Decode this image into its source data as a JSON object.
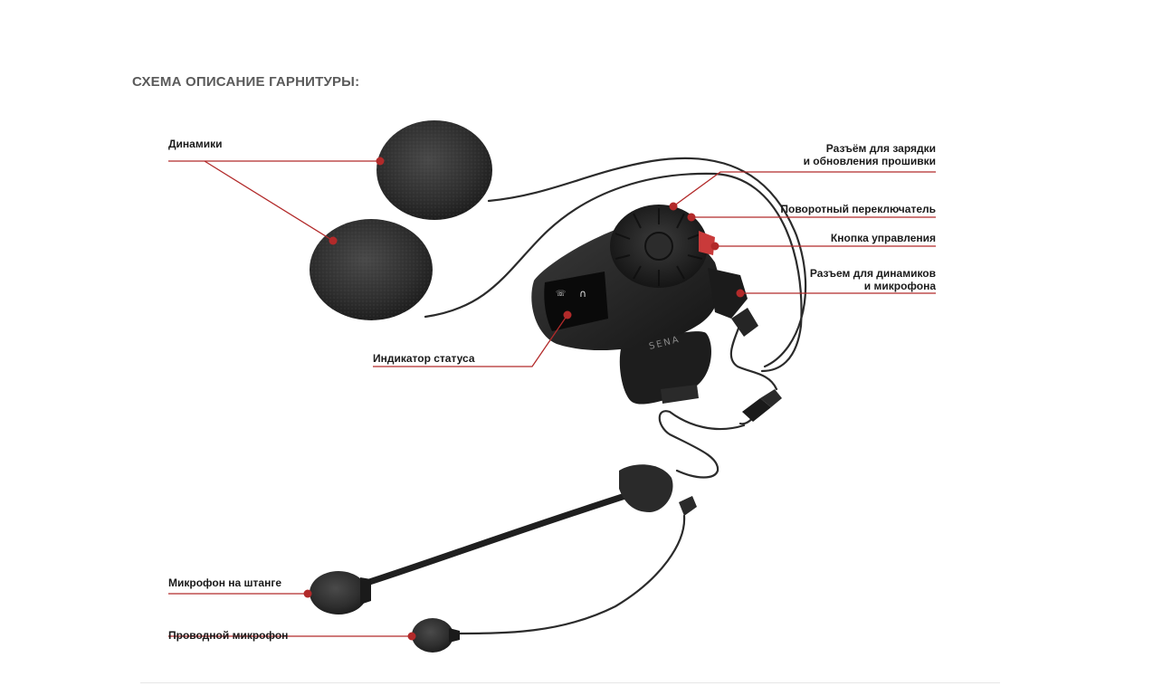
{
  "heading": "СХЕМА ОПИСАНИЕ ГАРНИТУРЫ:",
  "device": {
    "brand": "SENA"
  },
  "labels": {
    "speakers": "Динамики",
    "charging_port_line1": "Разъём для зарядки",
    "charging_port_line2": "и обновления прошивки",
    "jog_dial": "Поворотный переключатель",
    "control_button": "Кнопка управления",
    "speaker_mic_port_line1": "Разъем для динамиков",
    "speaker_mic_port_line2": "и микрофона",
    "status_indicator": "Индикатор статуса",
    "boom_mic": "Микрофон на штанге",
    "wired_mic": "Проводной микрофон"
  },
  "colors": {
    "accent": "#b22a2a",
    "heading": "#5a5a5a"
  }
}
